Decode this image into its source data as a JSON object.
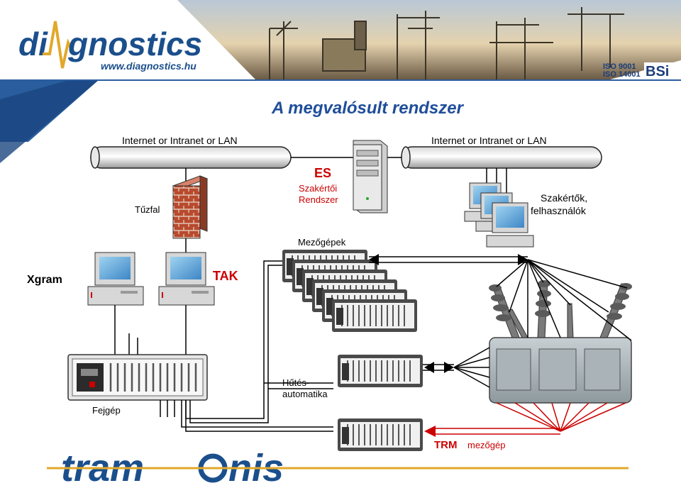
{
  "header": {
    "logo_di": "di",
    "logo_gnostics": "gnostics",
    "url": "www.diagnostics.hu",
    "iso1": "ISO 9001",
    "iso2": "ISO 14001",
    "bsi": "BSi"
  },
  "slide_title": "A megvalósult rendszer",
  "diagram": {
    "net_left": "Internet or Intranet or LAN",
    "net_right": "Internet or Intranet or LAN",
    "es_title": "ES",
    "es_line1": "Szakértői",
    "es_line2": "Rendszer",
    "firewall": "Tűzfal",
    "experts_line1": "Szakértők,",
    "experts_line2": "felhasználók",
    "xgram": "Xgram",
    "tak": "TAK",
    "field_devices": "Mezőgépek",
    "cooling_line1": "Hűtés-",
    "cooling_line2": "automatika",
    "head_machine": "Fejgép",
    "trm": "TRM",
    "trm_sub": "mezőgép"
  },
  "footer": {
    "brand_left": "tram",
    "brand_right": "nis"
  },
  "colors": {
    "title_blue": "#1f4e9a",
    "brand_blue": "#1b4f8c",
    "accent_red": "#cc0000",
    "brand_gold": "#e2a82a"
  }
}
